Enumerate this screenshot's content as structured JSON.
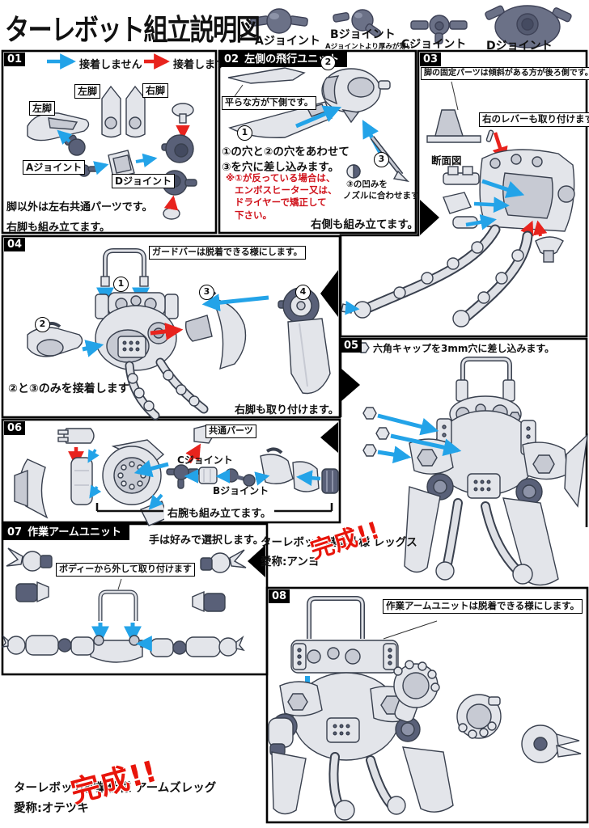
{
  "header": {
    "title": "ターレボット組立説明図",
    "joints": [
      {
        "label": "Aジョイント",
        "note": ""
      },
      {
        "label": "Bジョイント",
        "note": "Aジョイントより厚みが薄い"
      },
      {
        "label": "Cジョイント",
        "note": ""
      },
      {
        "label": "Dジョイント",
        "note": ""
      }
    ]
  },
  "legend": {
    "no_glue": "接着しません",
    "glue": "接着します"
  },
  "sections": {
    "s01": {
      "number": "01",
      "left_leg_top": "左脚",
      "right_leg": "右脚",
      "left_leg_side": "左脚",
      "joint_a": "Aジョイント",
      "joint_d": "Dジョイント",
      "note_common": "脚以外は左右共通パーツです。",
      "note_right": "右脚も組み立てます。"
    },
    "s02": {
      "number": "02",
      "title": "左側の飛行ユニット",
      "flat_note": "平らな方が下側です。",
      "step1": "1",
      "step2": "2",
      "step3": "3",
      "body_line1": "①の穴と②の穴をあわせて",
      "body_line2": "③を穴に差し込みます。",
      "warn_line1": "※①が反っている場合は、",
      "warn_line2": "エンボスヒーター又は、",
      "warn_line3": "ドライヤーで矯正して",
      "warn_line4": "下さい。",
      "nozzle_line1": "③の凹みを",
      "nozzle_line2": "ノズルに合わせます",
      "note_right": "右側も組み立てます。"
    },
    "s03": {
      "number": "03",
      "tip": "脚の固定パーツは傾斜がある方が後ろ側です。",
      "cross_section": "断面図",
      "lever_note": "右のレバーも取り付けます"
    },
    "s04": {
      "number": "04",
      "guard_note": "ガードバーは脱着できる様にします。",
      "step1": "1",
      "step2": "2",
      "step3": "3",
      "step4": "4",
      "glue_note": "②と③のみを接着します",
      "leg_note": "右脚も取り付けます。"
    },
    "s05": {
      "number": "05",
      "cap_note": "六角キャップを3mm穴に差し込みます。"
    },
    "s06": {
      "number": "06",
      "common_parts": "共通パーツ",
      "joint_c": "Cジョイント",
      "joint_b": "Bジョイント",
      "arm_note": "右腕も組み立てます。"
    },
    "s07": {
      "number": "07",
      "title": "作業アームユニット",
      "hand_note": "手は好みで選択します。",
      "attach_note": "ボディーから外して取り付けます"
    },
    "s08": {
      "number": "08",
      "detach_note": "作業アームユニットは脱着できる様にします。"
    }
  },
  "completions": {
    "basic": {
      "line1": "ターレボット基本仕様 レッグス",
      "line2": "愛称:アンヨ",
      "stamp": "完成!!"
    },
    "work": {
      "line1": "ターレボット作業仕様 アームズレッグ",
      "line2": "愛称:オテツキ",
      "stamp": "完成!!"
    }
  },
  "colors": {
    "arrow_blue": "#23a3e8",
    "arrow_red": "#e8231d",
    "warn_red": "#d0121b",
    "stamp_red": "#e8150b",
    "part_light": "#e3e5ea",
    "part_dark": "#596078"
  }
}
